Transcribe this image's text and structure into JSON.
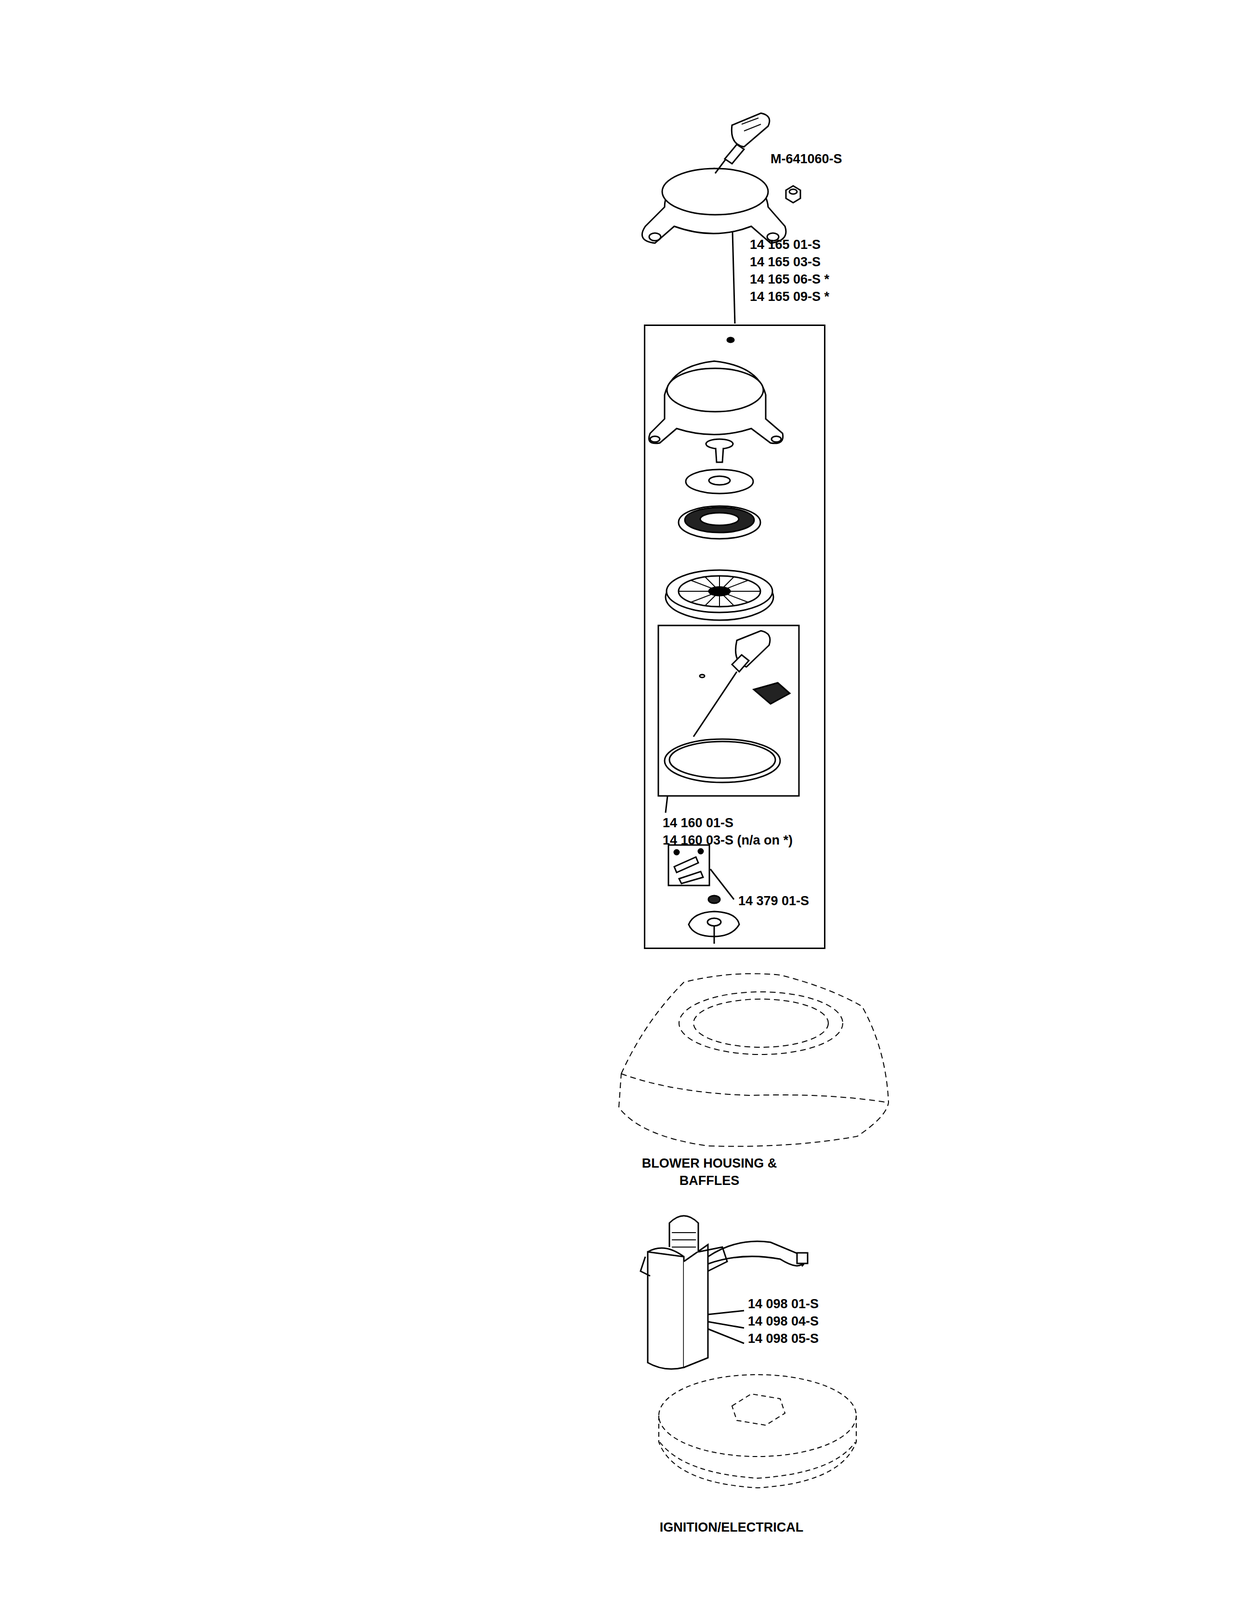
{
  "diagram": {
    "nodes": [
      {
        "text": [
          "14 160 01-S",
          "14 160 03-S (n/a on *)",
          "14 379 01-S"
        ]
      }
    ],
    "labels": [
      "M-641060-S",
      "14 165 01-S",
      "14 165 03-S",
      "14 165 06-S *",
      "14 165 09-S *",
      "BLOWER HOUSING & BAFFLES",
      "14 098 01-S",
      "14 098 04-S",
      "14 098 05-S",
      "IGNITION/ELECTRICAL"
    ]
  }
}
